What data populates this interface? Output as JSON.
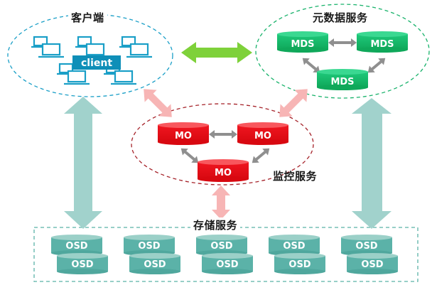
{
  "groups": {
    "client": {
      "title": "客户端",
      "badge": "client",
      "color": "#1a9fc7"
    },
    "mds": {
      "title": "元数据服务",
      "node_label": "MDS",
      "node_count": 3,
      "color": "#17b26a"
    },
    "mo": {
      "title": "监控服务",
      "node_label": "MO",
      "node_count": 3,
      "color": "#e8101a"
    },
    "osd": {
      "title": "存储服务",
      "node_label": "OSD",
      "node_count": 10,
      "color": "#5bb2a8"
    }
  },
  "labels": {
    "client_badge": "client",
    "mds": [
      "MDS",
      "MDS",
      "MDS"
    ],
    "mo": [
      "MO",
      "MO",
      "MO"
    ],
    "osd_top": [
      "OSD",
      "OSD",
      "OSD",
      "OSD",
      "OSD"
    ],
    "osd_bottom": [
      "OSD",
      "OSD",
      "OSD",
      "OSD",
      "OSD"
    ]
  },
  "connections": [
    {
      "from": "client",
      "to": "mds",
      "color": "#7ed13a"
    },
    {
      "from": "client",
      "to": "mo",
      "color": "#f7b5b5"
    },
    {
      "from": "mds",
      "to": "mo",
      "color": "#f7b5b5"
    },
    {
      "from": "mo",
      "to": "osd",
      "color": "#f7b5b5"
    },
    {
      "from": "client",
      "to": "osd",
      "color": "#a1d2cc"
    },
    {
      "from": "mds",
      "to": "osd",
      "color": "#a1d2cc"
    }
  ]
}
